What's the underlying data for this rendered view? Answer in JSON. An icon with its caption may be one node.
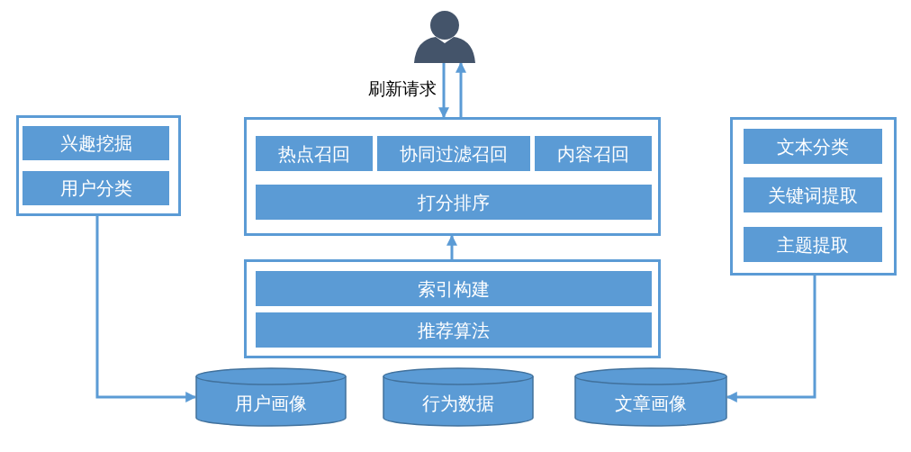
{
  "diagram": {
    "nodes": [
      {
        "text": [],
        "shape": "person"
      },
      {
        "text": [],
        "shape": "box"
      },
      {
        "text": [
          "兴趣挖掘"
        ],
        "in": 1
      },
      {
        "text": [
          "用户分类"
        ],
        "in": 1
      },
      {
        "text": [],
        "shape": "box"
      },
      {
        "text": [
          "热点召回"
        ],
        "in": 4
      },
      {
        "text": [
          "协同过滤召回"
        ],
        "in": 4
      },
      {
        "text": [
          "内容召回"
        ],
        "in": 4
      },
      {
        "text": [
          "打分排序"
        ],
        "in": 4
      },
      {
        "text": [],
        "shape": "box"
      },
      {
        "text": [
          "索引构建"
        ],
        "in": 9
      },
      {
        "text": [
          "推荐算法"
        ],
        "in": 9
      },
      {
        "text": [],
        "shape": "box"
      },
      {
        "text": [
          "文本分类"
        ],
        "in": 12
      },
      {
        "text": [
          "关键词提取"
        ],
        "in": 12
      },
      {
        "text": [
          "主题提取"
        ],
        "in": 12
      },
      {
        "text": [
          "用户画像"
        ]
      },
      {
        "text": [
          "行为数据"
        ]
      },
      {
        "text": [
          "文章画像"
        ]
      }
    ],
    "edges": [
      {
        "from": 0,
        "to": 4,
        "arrow": "to",
        "label": "刷新请求"
      },
      {
        "from": 4,
        "to": 0,
        "arrow": "to"
      },
      {
        "from": 9,
        "to": 4,
        "arrow": "to"
      },
      {
        "from": 1,
        "to": 16,
        "arrow": "to"
      },
      {
        "from": 12,
        "to": 18,
        "arrow": "to"
      }
    ]
  }
}
